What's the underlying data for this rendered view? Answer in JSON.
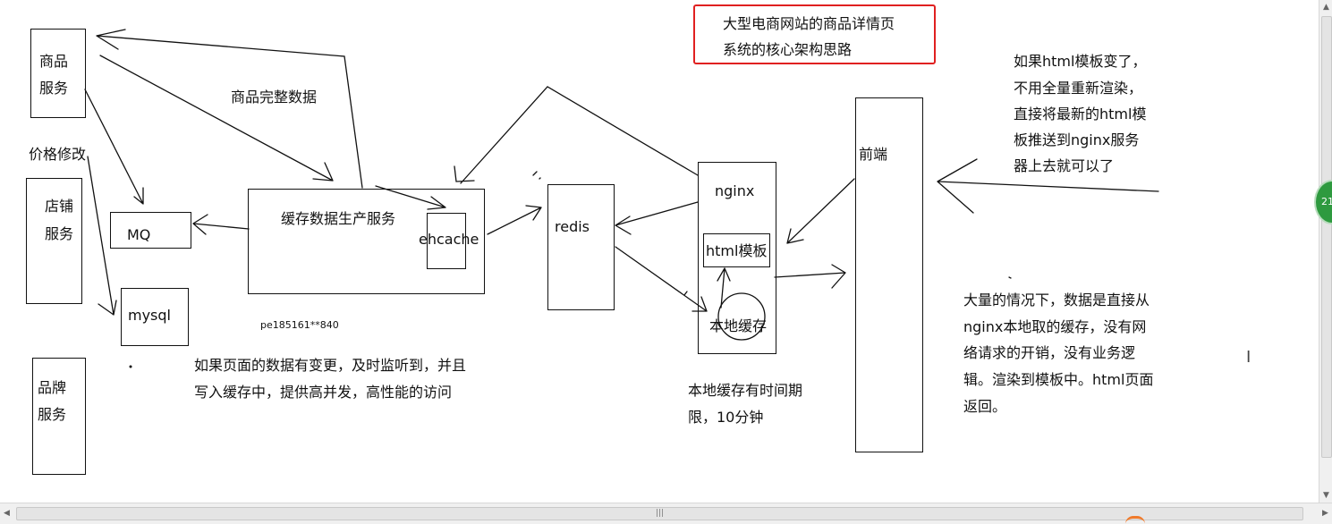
{
  "title": {
    "line1": "大型电商网站的商品详情页",
    "line2": "系统的核心架构思路"
  },
  "nodes": {
    "product_service": {
      "line1": "商品",
      "line2": "服务"
    },
    "shop_service": {
      "line1": "店铺",
      "line2": "服务"
    },
    "brand_service": {
      "line1": "品牌",
      "line2": "服务"
    },
    "mq": "MQ",
    "mysql": "mysql",
    "cache_producer": "缓存数据生产服务",
    "ehcache": "ehcache",
    "redis": "redis",
    "nginx": "nginx",
    "html_template": "html模板",
    "local_cache": "本地缓存",
    "frontend": "前端"
  },
  "labels": {
    "price_change": "价格修改",
    "full_product_data": "商品完整数据",
    "account_id": "pe185161**840"
  },
  "notes": {
    "change_listen": [
      "如果页面的数据有变更，及时监听到，并且",
      "写入缓存中，提供高并发，高性能的访问"
    ],
    "local_cache_expiry": [
      "本地缓存有时间期",
      "限，10分钟"
    ],
    "template_change": [
      "如果html模板变了，",
      "不用全量重新渲染，",
      "直接将最新的html模",
      "板推送到nginx服务",
      "器上去就可以了"
    ],
    "mostly_local": [
      "大量的情况下，数据是直接从",
      "nginx本地取的缓存，没有网",
      "络请求的开销，没有业务逻",
      "辑。渲染到模板中。html页面",
      "返回。"
    ]
  },
  "badge": "21",
  "scrollbar": {
    "grip": "|||"
  }
}
